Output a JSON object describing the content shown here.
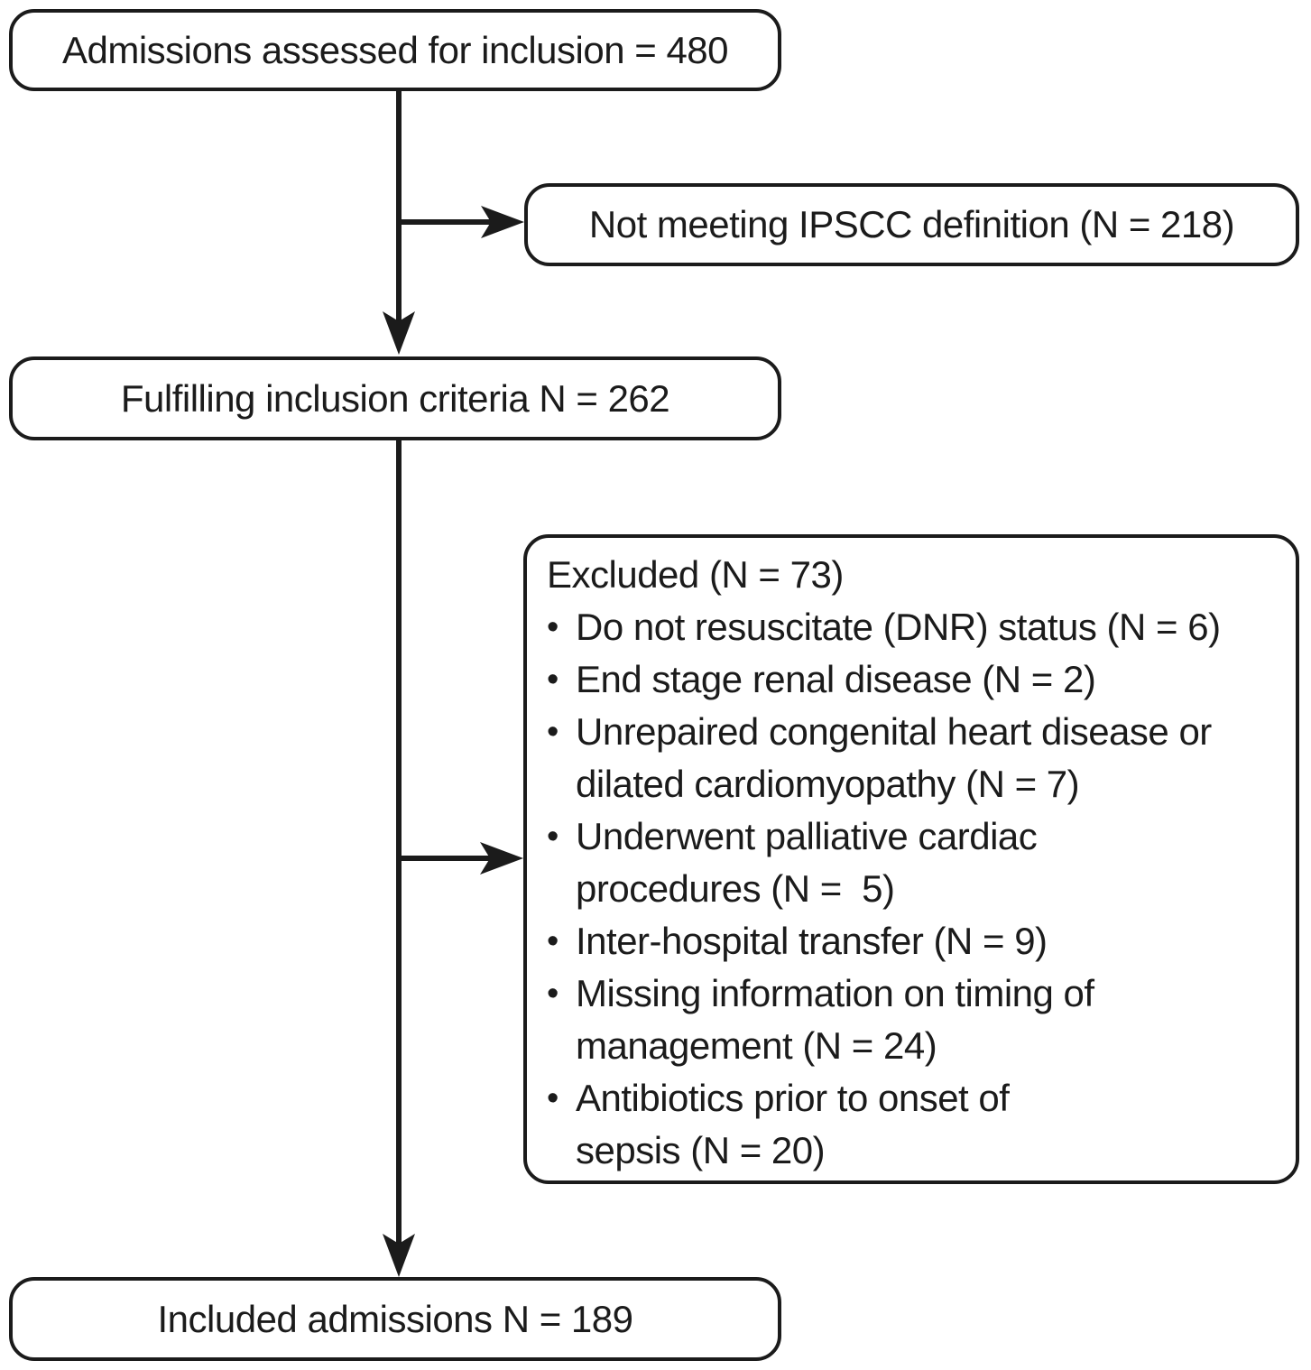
{
  "flowchart": {
    "boxes": {
      "assessed": {
        "label": "Admissions assessed for inclusion = 480"
      },
      "not_meeting": {
        "label": "Not meeting IPSCC definition (N = 218)"
      },
      "fulfilling": {
        "label": "Fulfilling inclusion criteria N = 262"
      },
      "excluded": {
        "header": "Excluded (N = 73)",
        "bullet_char": "•",
        "items": [
          {
            "text": "Do not resuscitate (DNR) status (N = 6)"
          },
          {
            "text": "End stage renal disease (N = 2)"
          },
          {
            "text": "Unrepaired congenital heart disease or\ndilated cardiomyopathy (N = 7)"
          },
          {
            "text": "Underwent palliative cardiac\nprocedures (N =  5)"
          },
          {
            "text": "Inter-hospital transfer (N = 9)"
          },
          {
            "text": "Missing information on timing of\nmanagement (N = 24)"
          },
          {
            "text": "Antibiotics prior to onset of\nsepsis (N = 20)"
          }
        ]
      },
      "included": {
        "label": "Included admissions N = 189"
      }
    },
    "colors": {
      "line": "#1b1b1b",
      "text": "#1b1b1b",
      "background": "#ffffff"
    }
  }
}
